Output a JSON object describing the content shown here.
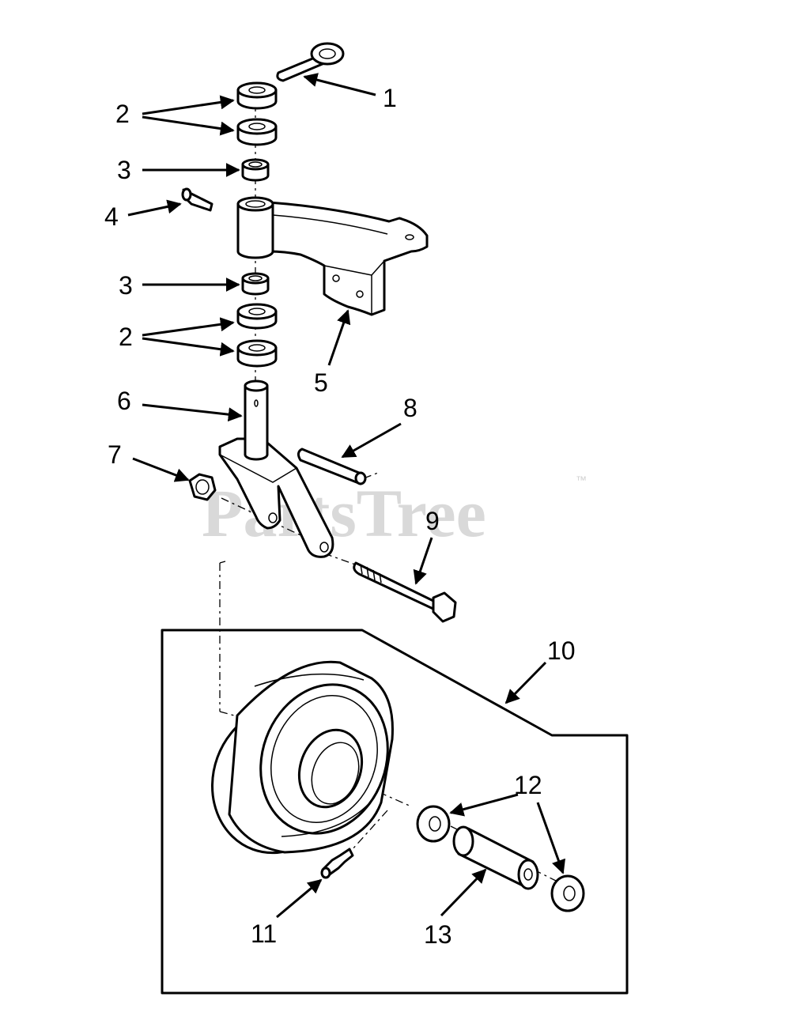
{
  "watermark": {
    "text": "PartsTree",
    "trademark": "™"
  },
  "callouts": [
    "1",
    "2",
    "3",
    "4",
    "5",
    "6",
    "7",
    "8",
    "9",
    "10",
    "11",
    "12",
    "13"
  ],
  "colors": {
    "line": "#000000",
    "background": "#ffffff",
    "watermark": "#d9d9d9"
  }
}
